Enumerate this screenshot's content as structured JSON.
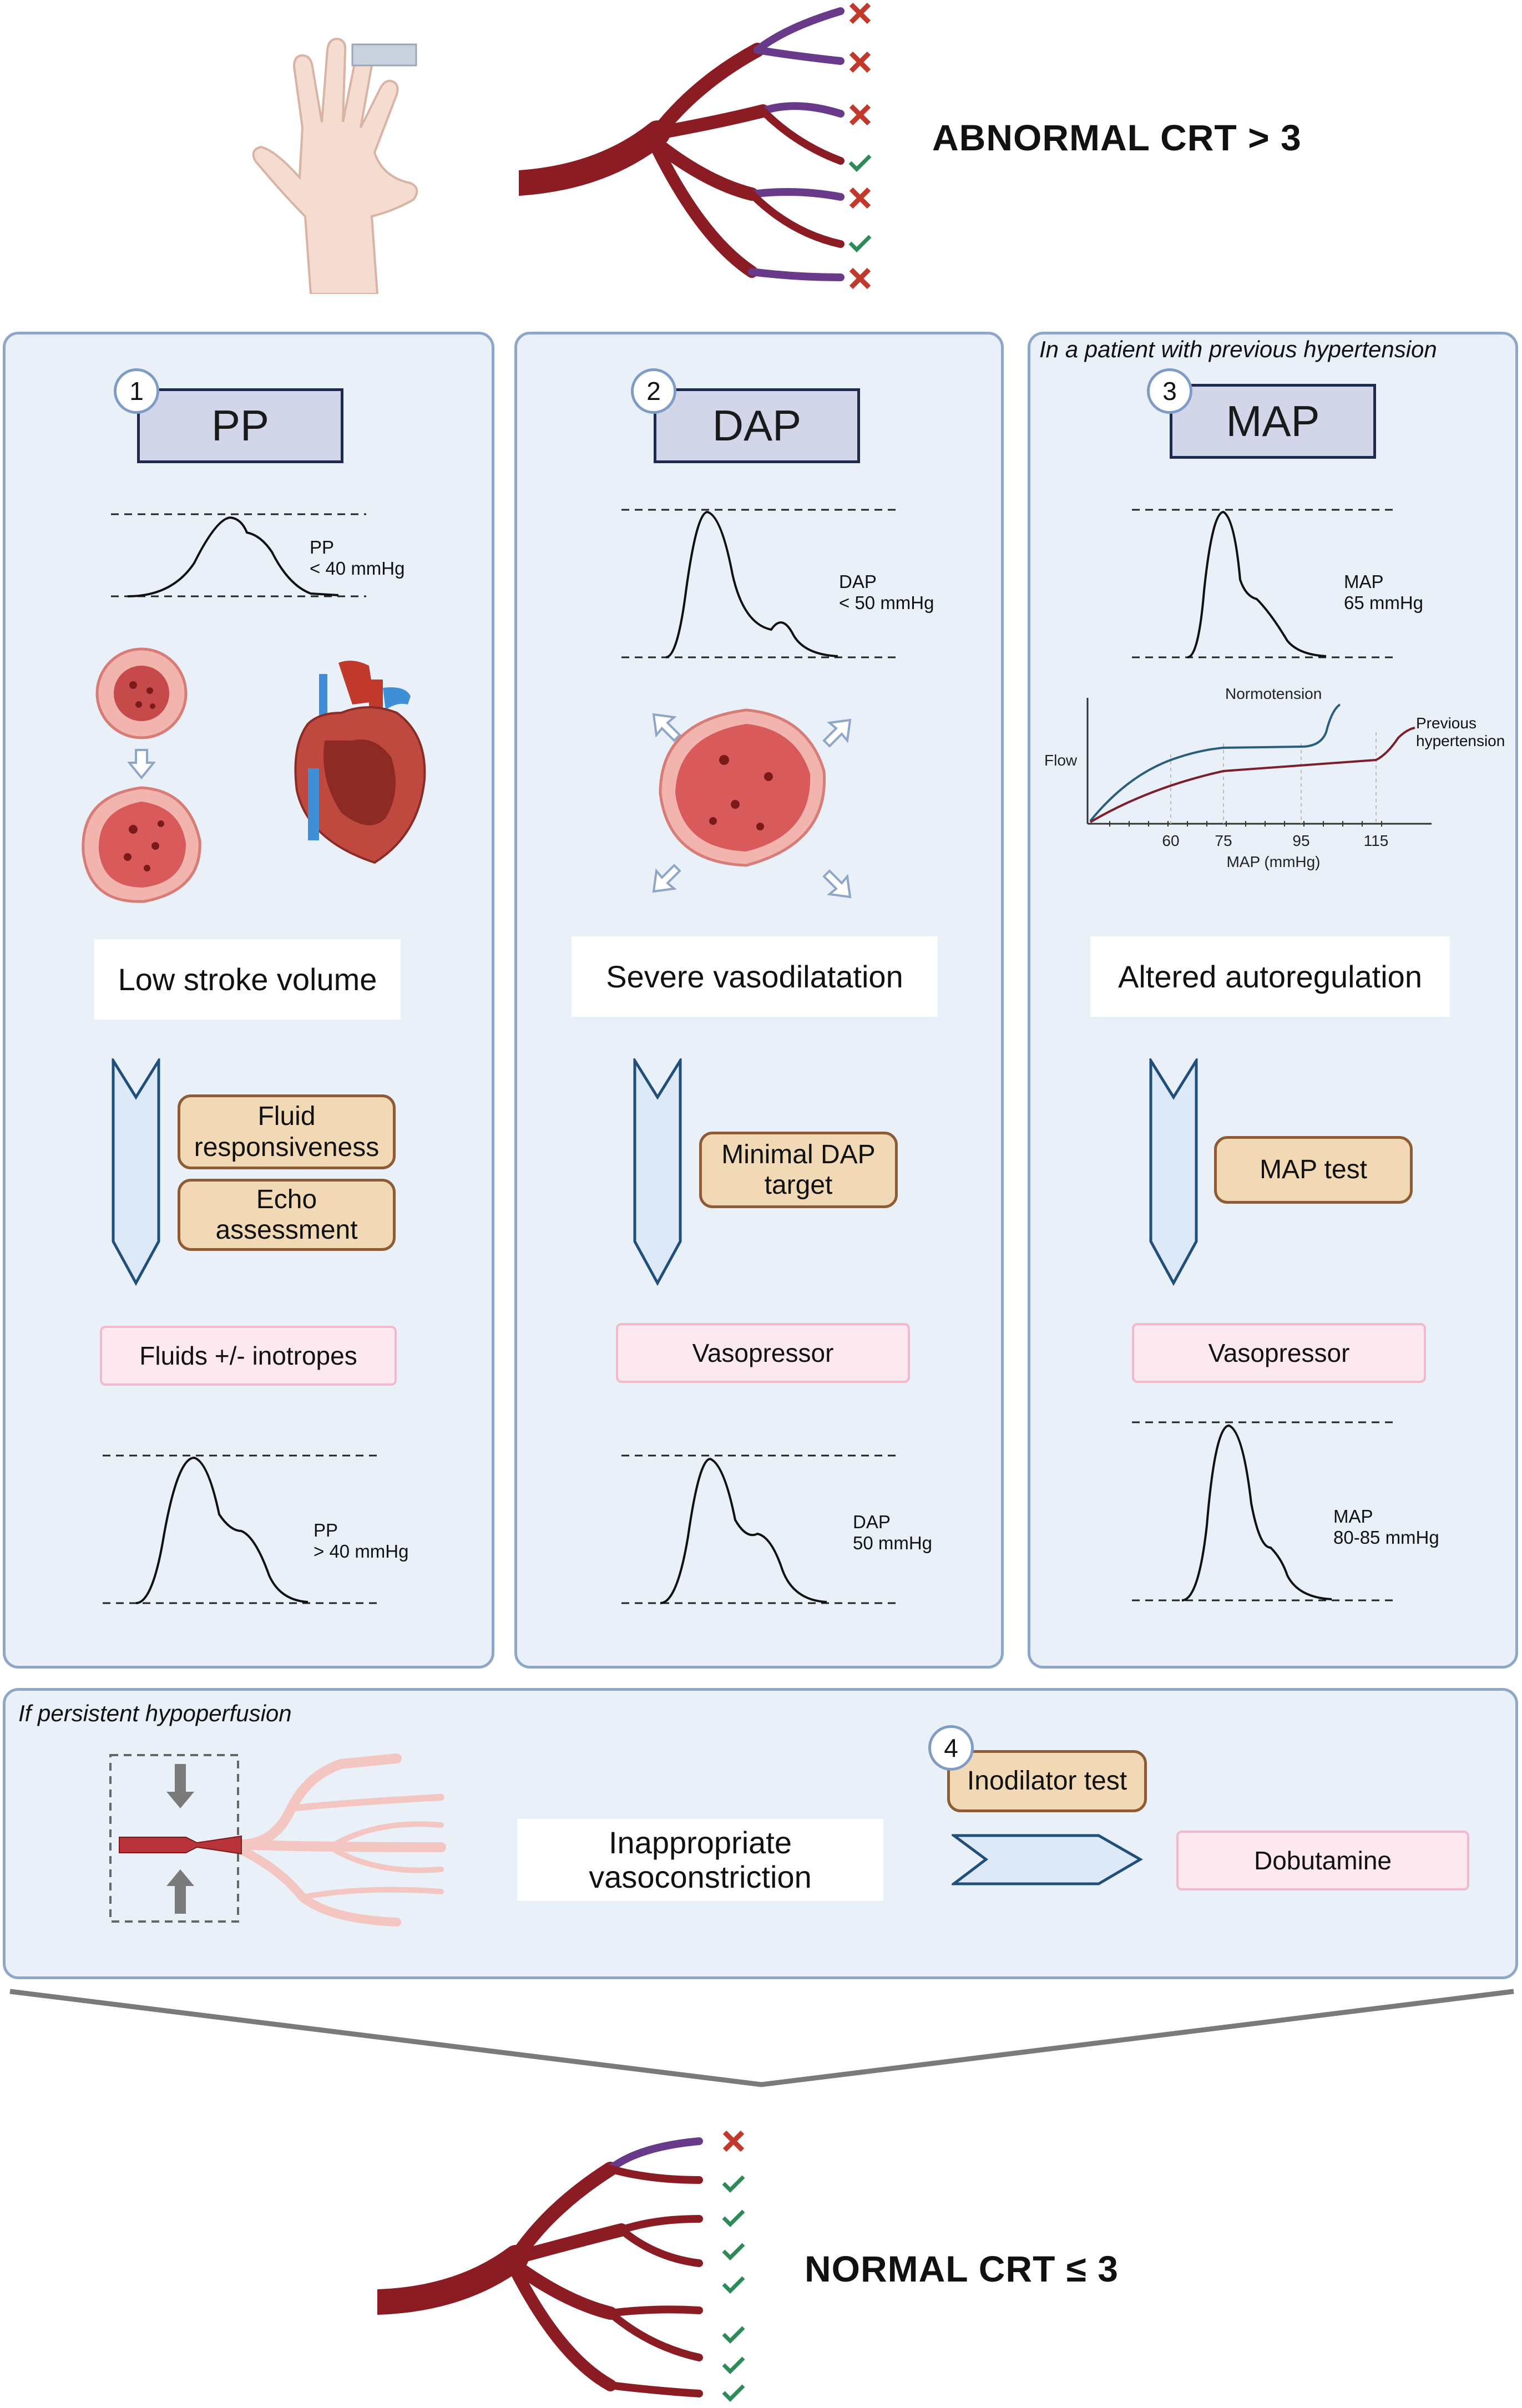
{
  "header": {
    "title": "ABNORMAL CRT > 3"
  },
  "footer": {
    "title": "NORMAL CRT ≤ 3"
  },
  "panels": [
    {
      "number": "1",
      "title": "PP",
      "wave1_label": "PP\n< 40 mmHg",
      "mechanism": "Low stroke volume",
      "tests": [
        "Fluid\nresponsiveness",
        "Echo\nassessment"
      ],
      "treatment": "Fluids +/- inotropes",
      "wave2_label": "PP\n> 40 mmHg"
    },
    {
      "number": "2",
      "title": "DAP",
      "wave1_label": "DAP\n< 50 mmHg",
      "mechanism": "Severe vasodilatation",
      "tests": [
        "Minimal DAP\ntarget"
      ],
      "treatment": "Vasopressor",
      "wave2_label": "DAP\n50 mmHg"
    },
    {
      "number": "3",
      "title": "MAP",
      "note": "In a patient with previous hypertension",
      "wave1_label": "MAP\n65 mmHg",
      "mechanism": "Altered autoregulation",
      "tests": [
        "MAP test"
      ],
      "treatment": "Vasopressor",
      "wave2_label": "MAP\n80-85 mmHg"
    }
  ],
  "autoregulation_chart": {
    "ylabel": "Flow",
    "xlabel": "MAP (mmHg)",
    "ticks": [
      "60",
      "75",
      "95",
      "115"
    ],
    "series": [
      {
        "name": "Normotension",
        "color": "#2b5d7e"
      },
      {
        "name": "Previous\nhypertension",
        "color": "#7a1f2b"
      }
    ]
  },
  "bottom_panel": {
    "note": "If persistent hypoperfusion",
    "mechanism": "Inappropriate\nvasoconstriction",
    "number": "4",
    "test": "Inodilator test",
    "treatment": "Dobutamine"
  },
  "colors": {
    "panel_bg": "#e9f0f7",
    "panel_border": "#8ea6c8",
    "title_box": "#d2d6e8",
    "tan": "#f1d9b5",
    "pink": "#fce9f0",
    "check": "#2e8b57",
    "cross": "#c0392b"
  },
  "icons": [
    "hand-icon",
    "vessel-tree-icon",
    "check-icon",
    "cross-icon",
    "cell-icon",
    "heart-icon",
    "down-arrow-icon",
    "right-arrow-icon",
    "constricted-vessel-icon"
  ]
}
